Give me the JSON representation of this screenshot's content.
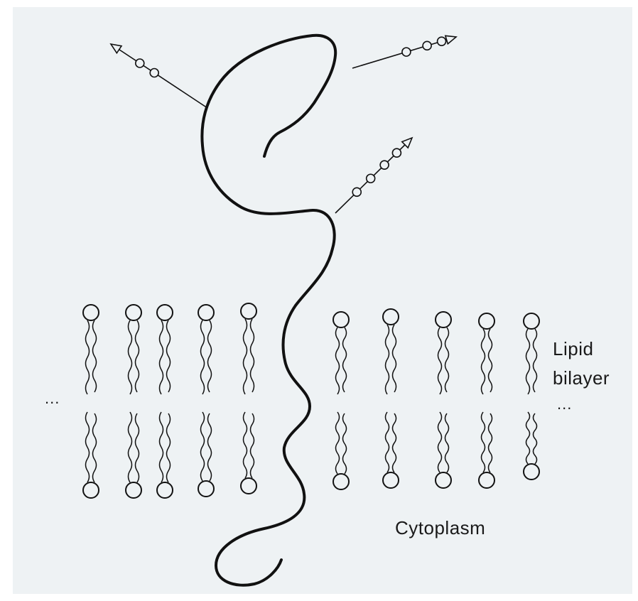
{
  "labels": {
    "lipid_bilayer_line1": "Lipid",
    "lipid_bilayer_line2": "bilayer",
    "cytoplasm": "Cytoplasm",
    "ellipsis_left": "...",
    "ellipsis_right": "..."
  },
  "colors": {
    "background": "#eef2f4",
    "ink": "#111111",
    "paper_edge": "#ffffff"
  }
}
